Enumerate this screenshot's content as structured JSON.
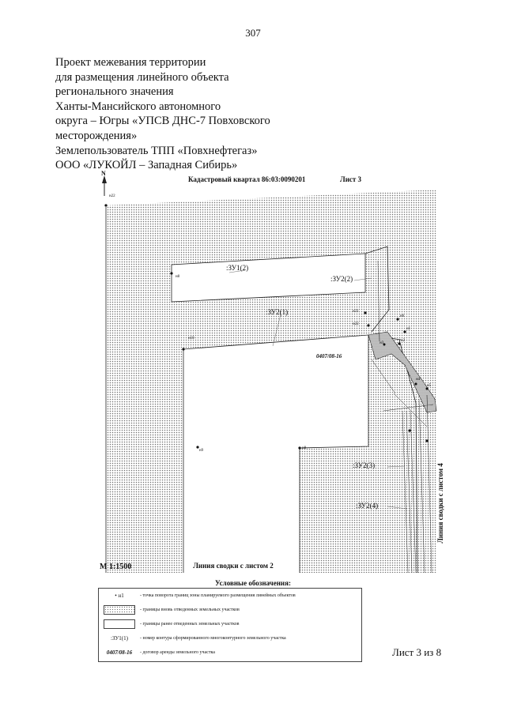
{
  "page_number": "307",
  "heading_lines": [
    "Проект межевания территории",
    "для размещения линейного объекта",
    "регионального значения",
    "Ханты-Мансийского автономного",
    "округа – Югры  «УПСВ ДНС-7 Повховского",
    "месторождения»",
    "Землепользователь ТПП «Повхнефтегаз»",
    "ООО «ЛУКОЙЛ – Западная Сибирь»"
  ],
  "map": {
    "cadastral_quarter": "Кадастровый квартал 86:03:0090201",
    "sheet_label": "Лист 3",
    "north_label": "N",
    "scale": "М 1:1500",
    "seam_bottom": "Линия сводки с листом 2",
    "seam_right": "Линия сводки с листом 4",
    "plots": [
      ":ЗУ1(2)",
      ":ЗУ2(2)",
      ":ЗУ2(1)",
      ":ЗУ2(3)",
      ":ЗУ2(4)"
    ],
    "lease_label": "0407/08-16",
    "points": [
      "н22",
      "н8",
      "н10",
      "н9",
      "н8",
      "н21",
      "н22",
      "н3",
      "н4",
      "н5",
      "н6",
      "н1",
      "н2"
    ]
  },
  "legend": {
    "title": "Условные обозначения:",
    "items": [
      {
        "symbol": "• н1",
        "text": "- точка поворота границ зоны планируемого размещения линейных объектов"
      },
      {
        "symbol": "",
        "text": "- границы вновь отведенных земельных участков"
      },
      {
        "symbol": "",
        "text": "- границы ранее отведенных земельных участков"
      },
      {
        "symbol": ":ЗУ1(1)",
        "text": "- номер контура сформированного многоконтурного земельного участка"
      },
      {
        "symbol": "0407/08-16",
        "text": "- договор аренды земельного участка"
      }
    ]
  },
  "footer": "Лист 3 из 8",
  "colors": {
    "hatch": "#6f6f6f",
    "line": "#222222",
    "paper": "#ffffff"
  }
}
